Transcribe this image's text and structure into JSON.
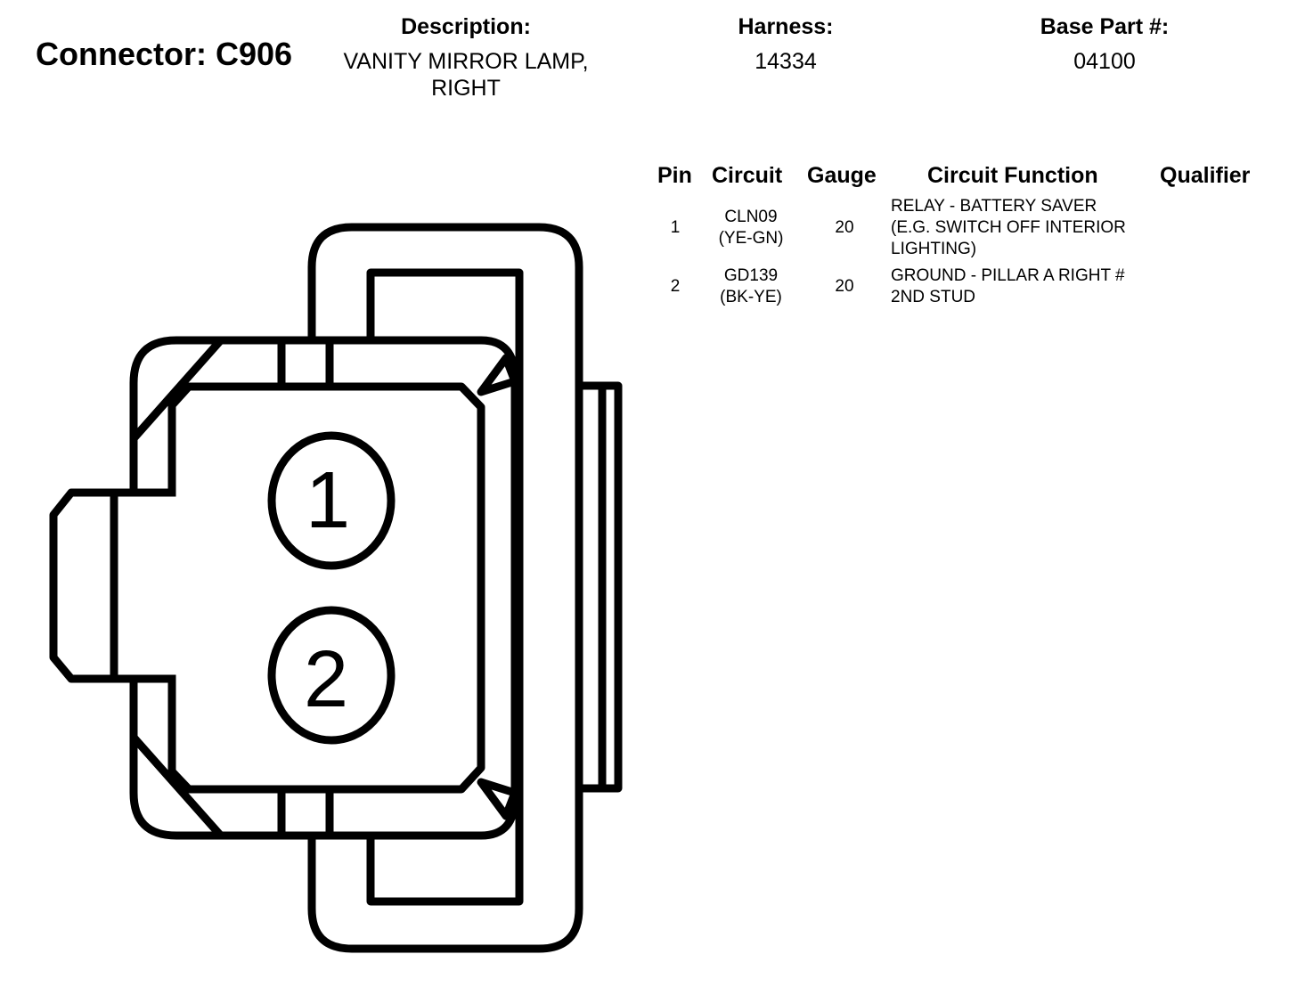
{
  "connector": {
    "title": "Connector: C906"
  },
  "description": {
    "label": "Description:",
    "value_line1": "VANITY MIRROR LAMP,",
    "value_line2": "RIGHT"
  },
  "harness": {
    "label": "Harness:",
    "value": "14334"
  },
  "base_part": {
    "label": "Base Part #:",
    "value": "04100"
  },
  "table": {
    "headers": {
      "pin": "Pin",
      "circuit": "Circuit",
      "gauge": "Gauge",
      "function": "Circuit Function",
      "qualifier": "Qualifier"
    },
    "rows": [
      {
        "pin": "1",
        "circuit_line1": "CLN09",
        "circuit_line2": "(YE-GN)",
        "gauge": "20",
        "function_line1": "RELAY - BATTERY SAVER",
        "function_line2": "(E.G. SWITCH OFF INTERIOR",
        "function_line3": "LIGHTING)",
        "qualifier": ""
      },
      {
        "pin": "2",
        "circuit_line1": "GD139",
        "circuit_line2": "(BK-YE)",
        "gauge": "20",
        "function_line1": "GROUND - PILLAR A RIGHT #",
        "function_line2": "2ND STUD",
        "function_line3": "",
        "qualifier": ""
      }
    ]
  },
  "diagram": {
    "pin_labels": [
      "1",
      "2"
    ],
    "stroke_color": "#000000",
    "background_color": "#ffffff"
  }
}
